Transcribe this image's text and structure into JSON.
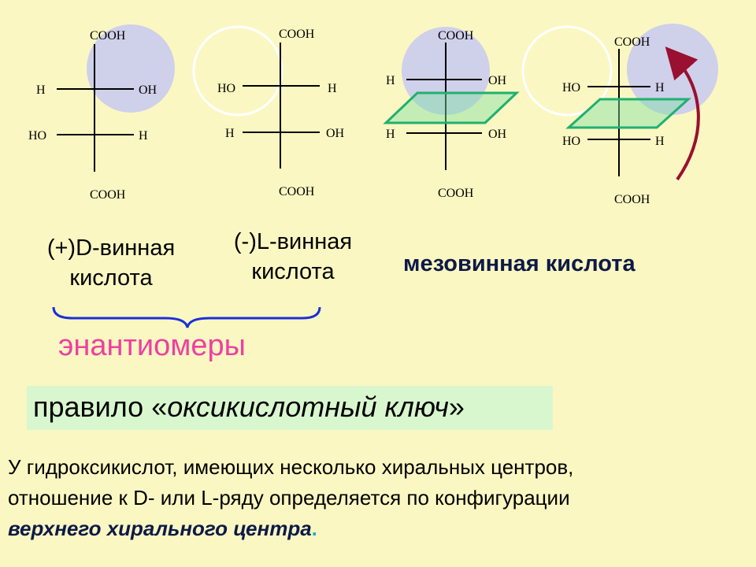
{
  "formulas": [
    {
      "name": "d-tartaric",
      "top": "COOH",
      "bottom": "COOH",
      "row1": {
        "left": "H",
        "right": "OH"
      },
      "row2": {
        "left": "HO",
        "right": "H"
      }
    },
    {
      "name": "l-tartaric",
      "top": "COOH",
      "bottom": "COOH",
      "row1": {
        "left": "HO",
        "right": "H"
      },
      "row2": {
        "left": "H",
        "right": "OH"
      }
    },
    {
      "name": "meso-1",
      "top": "COOH",
      "bottom": "COOH",
      "row1": {
        "left": "H",
        "right": "OH"
      },
      "row2": {
        "left": "H",
        "right": "OH"
      }
    },
    {
      "name": "meso-2",
      "top": "COOH",
      "bottom": "COOH",
      "row1": {
        "left": "HO",
        "right": "H"
      },
      "row2": {
        "left": "HO",
        "right": "H"
      }
    }
  ],
  "labels": {
    "d_line1": "(+)D-винная",
    "d_line2": "кислота",
    "l_line1": "(-)L-винная",
    "l_line2": "кислота",
    "meso": "мезовинная кислота",
    "enantiomers": "энантиомеры"
  },
  "rule": {
    "prefix": "правило «",
    "name": "оксикислотный ключ",
    "suffix": "»"
  },
  "description": {
    "line1": "У гидроксикислот, имеющих несколько хиральных центров,",
    "line2": "отношение к D- или L-ряду определяется по конфигурации",
    "emphasis": "верхнего хирального центра",
    "period": "."
  },
  "colors": {
    "background": "#fbf7c2",
    "filled_circle": "#cfd0ea",
    "plane_fill": "#7ee0a5",
    "plane_stroke": "#20b070",
    "arrow": "#9a1030",
    "brace": "#1c2fd8",
    "enantiomers_text": "#ee3fa2",
    "rule_box": "#d9f7cf",
    "emphasis_text": "#0d1a47",
    "period": "#1fb0c8"
  }
}
